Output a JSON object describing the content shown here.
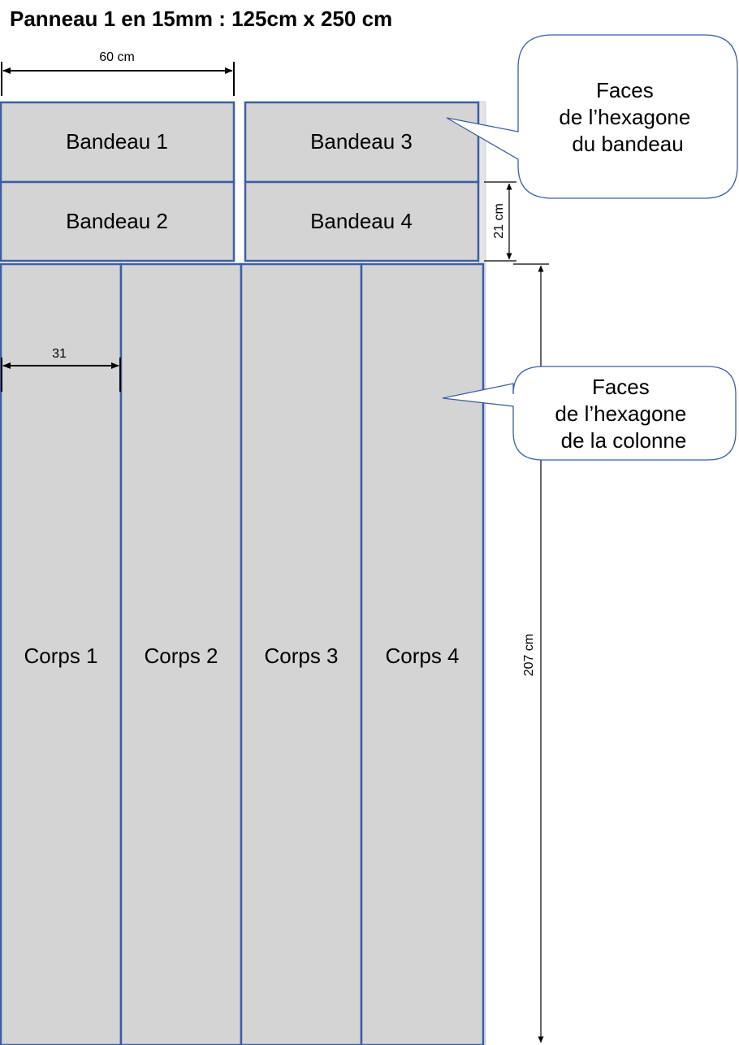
{
  "title": "Panneau 1 en 15mm : 125cm x 250 cm",
  "pieces": {
    "bandeau_1": "Bandeau 1",
    "bandeau_2": "Bandeau 2",
    "bandeau_3": "Bandeau 3",
    "bandeau_4": "Bandeau 4",
    "corps_1": "Corps 1",
    "corps_2": "Corps 2",
    "corps_3": "Corps 3",
    "corps_4": "Corps 4"
  },
  "dimensions": {
    "top_width": "60 cm",
    "bandeau_height": "21 cm",
    "corps_width": "31",
    "corps_height": "207 cm"
  },
  "callouts": {
    "bandeau": [
      "Faces",
      "de l’hexagone",
      "du bandeau"
    ],
    "colonne": [
      "Faces",
      "de l’hexagone",
      "de la colonne"
    ]
  },
  "colors": {
    "piece_fill": "#d4d4d4",
    "piece_stroke": "#3b5ea6"
  }
}
